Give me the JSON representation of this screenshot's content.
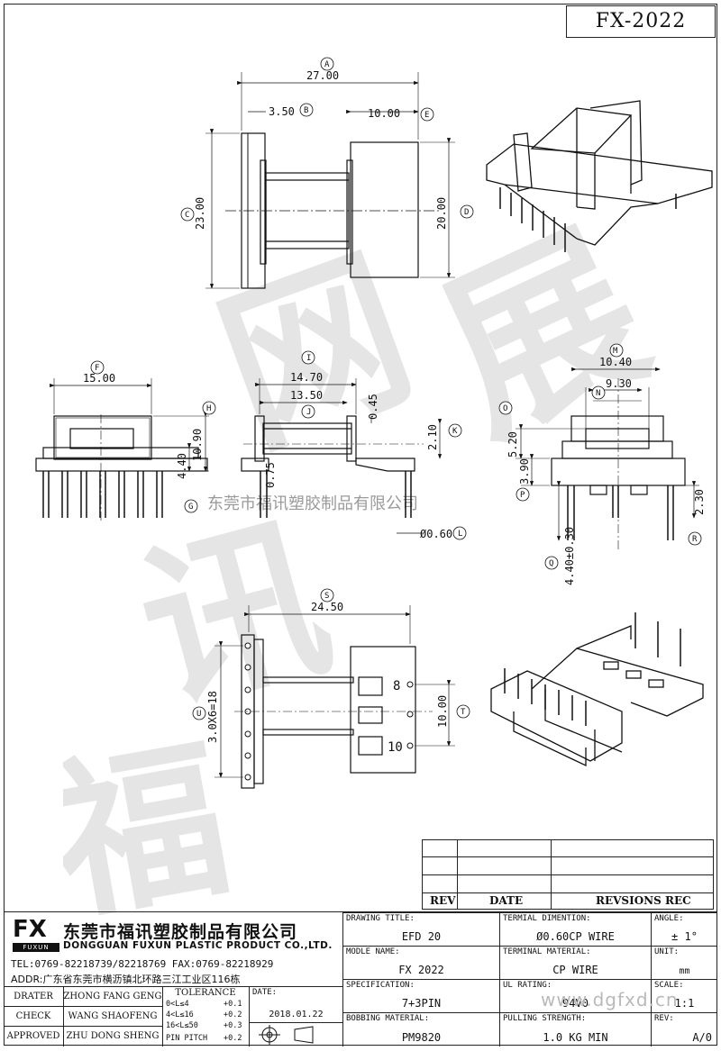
{
  "part_number": "FX-2022",
  "company_watermark": "东莞市福讯塑胶制品有限公司",
  "site_watermark": "www.dgfxd.cn",
  "dimensions": {
    "top_view": {
      "A": "27.00",
      "B": "3.50",
      "E": "10.00",
      "C": "23.00",
      "D": "20.00"
    },
    "front_view": {
      "F": "15.00",
      "H": "10.90",
      "G": "4.40"
    },
    "side_view": {
      "I": "14.70",
      "J": "13.50",
      "J_extra": "0.45",
      "K": "2.10",
      "thk": "0.75",
      "L": "Ø0.60"
    },
    "right_view": {
      "M": "10.40",
      "N": "9.30",
      "O": "5.20",
      "P": "3.90",
      "Q": "4.40±0.30",
      "R": "2.30"
    },
    "bottom_view": {
      "S": "24.50",
      "U": "3.0X6=18",
      "T": "10.00",
      "pin8": "8",
      "pin10": "10"
    }
  },
  "markers": [
    "A",
    "B",
    "C",
    "D",
    "E",
    "F",
    "G",
    "H",
    "I",
    "J",
    "K",
    "L",
    "M",
    "N",
    "O",
    "P",
    "Q",
    "R",
    "S",
    "T",
    "U"
  ],
  "revision_table": {
    "headers": [
      "REV",
      "DATE",
      "REVSIONS REC"
    ]
  },
  "title_block": {
    "logo": "FX",
    "logo_sub": "FUXUN",
    "company_cn": "东莞市福讯塑胶制品有限公司",
    "company_en": "DONGGUAN FUXUN PLASTIC PRODUCT CO.,LTD.",
    "tel": "TEL:0769-82218739/82218769  FAX:0769-82218929",
    "addr": "ADDR:广东省东莞市横沥镇北环路三江工业区116栋",
    "signatures": [
      {
        "role": "DRATER",
        "name": "ZHONG FANG GENG"
      },
      {
        "role": "CHECK",
        "name": "WANG SHAOFENG"
      },
      {
        "role": "APPROVED",
        "name": "ZHU DONG SHENG"
      }
    ],
    "tolerance_title": "TOLERANCE",
    "tolerance": [
      {
        "range": "0<L≤4",
        "tol": "+0.1"
      },
      {
        "range": "4<L≤16",
        "tol": "+0.2"
      },
      {
        "range": "16<L≤50",
        "tol": "+0.3"
      },
      {
        "range": "PIN PITCH",
        "tol": "+0.2"
      }
    ],
    "date_label": "DATE:",
    "date": "2018.01.22",
    "drawing_title_label": "DRAWING TITLE:",
    "drawing_title": "EFD 20",
    "terminal_dim_label": "TERMIAL DIMENTION:",
    "terminal_dim": "Ø0.60CP WIRE",
    "angle_label": "ANGLE:",
    "angle": "± 1°",
    "model_label": "MODLE NAME:",
    "model": "FX 2022",
    "terminal_mat_label": "TERMINAL MATERIAL:",
    "terminal_mat": "CP WIRE",
    "unit_label": "UNIT:",
    "unit": "mm",
    "spec_label": "SPECIFICATION:",
    "spec": "7+3PIN",
    "ul_label": "UL RATING:",
    "ul": "94V0",
    "scale_label": "SCALE:",
    "scale": "1:1",
    "bobbin_label": "BOBBING MATERIAL:",
    "bobbin": "PM9820",
    "pulling_label": "PULLING STRENGTH:",
    "pulling": "1.0 KG MIN",
    "rev_label": "REV:",
    "rev": "A/0"
  }
}
